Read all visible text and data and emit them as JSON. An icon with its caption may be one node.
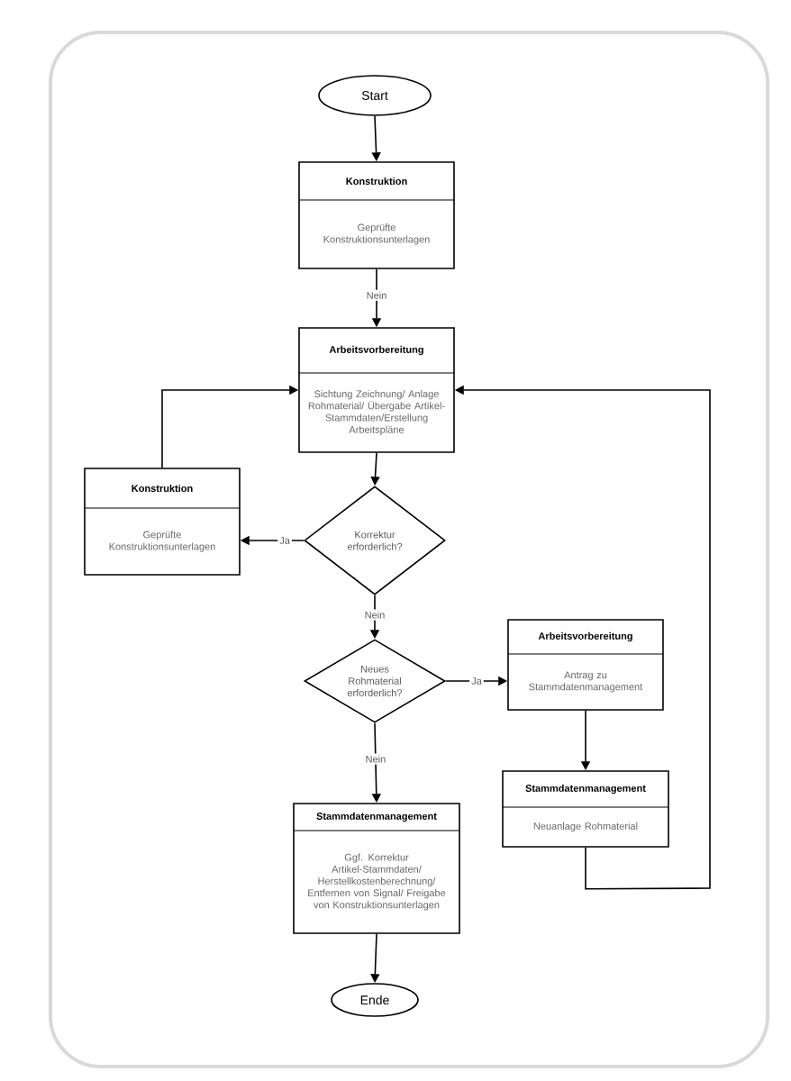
{
  "diagram": {
    "nodes": [
      {
        "text": [
          "Start"
        ]
      },
      {
        "text": [
          "Konstruktion",
          "Geprüfte Konstruktionsunterlagen"
        ]
      },
      {
        "text": [
          "Arbeitsvorbereitung",
          "Sichtung Zeichnung/ Anlage Rohmaterial/ Übergabe Artikel-Stammdaten/Erstellung Arbeitspläne"
        ]
      },
      {
        "text": [
          "Konstruktion",
          "Geprüfte Konstruktionsunterlagen"
        ]
      },
      {
        "text": [
          "Korrektur erforderlich?"
        ]
      },
      {
        "text": [
          "Neues Rohmaterial erforderlich?"
        ]
      },
      {
        "text": [
          "Arbeitsvorbereitung",
          "Antrag zu Stammdatenmanagement"
        ]
      },
      {
        "text": [
          "Stammdatenmanagement",
          "Neuanlage Rohmaterial"
        ]
      },
      {
        "text": [
          "Stammdatenmanagement",
          "Ggf. Korrektur Artikel-Stammdaten/ Herstellkostenberechnung/ Entfernen von Signal/ Freigabe von Konstruktionsunterlagen"
        ]
      },
      {
        "text": [
          "Ende"
        ]
      }
    ],
    "edges": [
      {
        "from": 0,
        "to": 1,
        "arrow": "to"
      },
      {
        "from": 1,
        "to": 2,
        "arrow": "to",
        "label": "Nein"
      },
      {
        "from": 2,
        "to": 4,
        "arrow": "to"
      },
      {
        "from": 4,
        "to": 3,
        "arrow": "to",
        "label": "Ja"
      },
      {
        "from": 3,
        "to": 2,
        "arrow": "to"
      },
      {
        "from": 4,
        "to": 5,
        "arrow": "to",
        "label": "Nein"
      },
      {
        "from": 5,
        "to": 6,
        "arrow": "to",
        "label": "Ja"
      },
      {
        "from": 6,
        "to": 7,
        "arrow": "to"
      },
      {
        "from": 7,
        "to": 2,
        "arrow": "to"
      },
      {
        "from": 5,
        "to": 8,
        "arrow": "to",
        "label": "Nein"
      },
      {
        "from": 8,
        "to": 9,
        "arrow": "to"
      }
    ]
  }
}
